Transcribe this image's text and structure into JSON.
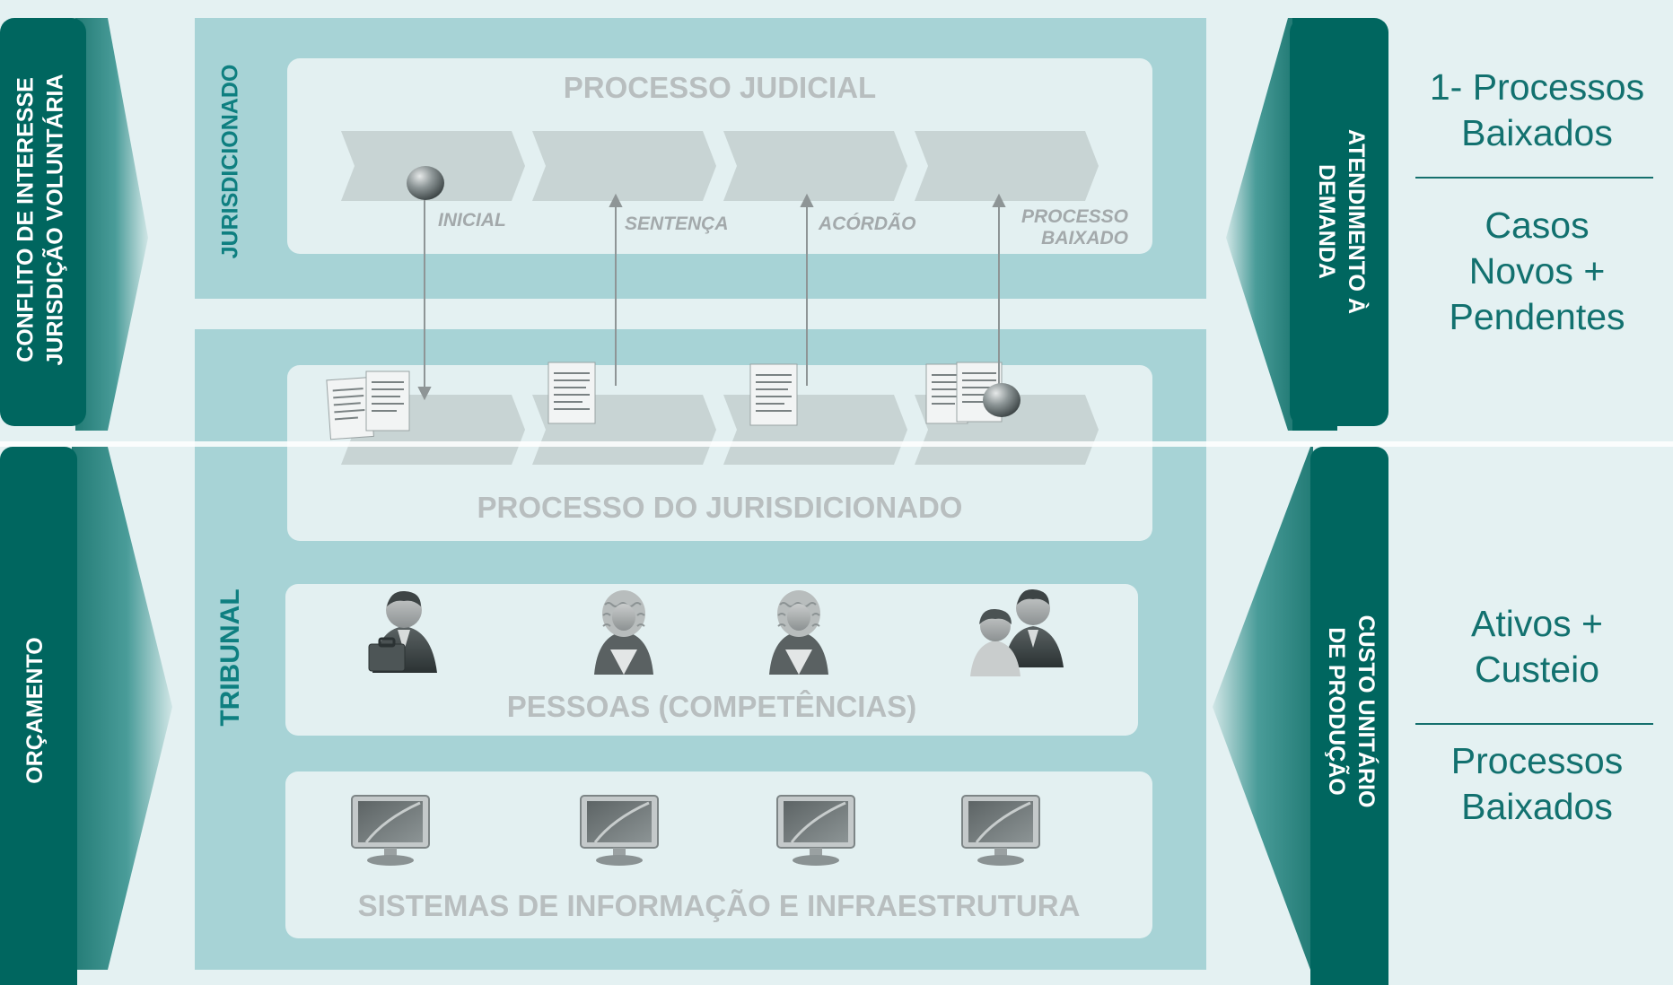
{
  "left": {
    "top_label_line1": "CONFLITO DE INTERESSE",
    "top_label_line2": "JURISDIÇÃO VOLUNTÁRIA",
    "bottom_label": "ORÇAMENTO"
  },
  "center": {
    "jurisdicionado_label": "JURISDICIONADO",
    "tribunal_label": "TRIBUNAL",
    "processo_judicial": "PROCESSO JUDICIAL",
    "processo_jurisdicionado": "PROCESSO DO JURISDICIONADO",
    "pessoas": "PESSOAS (COMPETÊNCIAS)",
    "sistemas": "SISTEMAS DE INFORMAÇÃO E INFRAESTRUTURA",
    "stages": {
      "inicial": "INICIAL",
      "sentenca": "SENTENÇA",
      "acordao": "ACÓRDÃO",
      "processo_baixado_line1": "PROCESSO",
      "processo_baixado_line2": "BAIXADO"
    }
  },
  "right": {
    "top_label_line1": "ATENDIMENTO À",
    "top_label_line2": "DEMANDA",
    "bottom_label_line1": "CUSTO UNITÁRIO",
    "bottom_label_line2": "DE PRODUÇÃO",
    "top_numerator_line1": "1- Processos",
    "top_numerator_line2": "Baixados",
    "top_denominator_line1": "Casos",
    "top_denominator_line2": "Novos +",
    "top_denominator_line3": "Pendentes",
    "bottom_numerator_line1": "Ativos +",
    "bottom_numerator_line2": "Custeio",
    "bottom_denominator_line1": "Processos",
    "bottom_denominator_line2": "Baixados"
  },
  "icons": {
    "people": [
      "businessman-with-briefcase-icon",
      "judge-icon",
      "judge-icon",
      "two-people-icon"
    ],
    "monitors": [
      "monitor-icon",
      "monitor-icon",
      "monitor-icon",
      "monitor-icon"
    ],
    "documents": [
      "documents-icon",
      "documents-icon",
      "documents-icon",
      "documents-icon"
    ],
    "marker": "ball-marker-icon"
  },
  "colors": {
    "background": "#e4f1f2",
    "panel": "#a7d3d6",
    "card": "#e3f0f1",
    "dark_teal": "#00665f",
    "label_teal": "#0e7f80",
    "chevron": "#c8d4d4"
  }
}
